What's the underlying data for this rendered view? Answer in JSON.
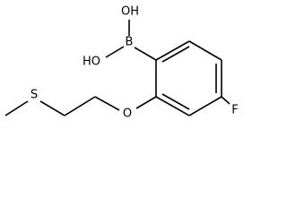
{
  "molecule": {
    "atoms": {
      "oh_top": "OH",
      "oh_left": "HO",
      "boron": "B",
      "fluorine": "F",
      "ether_oxygen": "O",
      "sulfur": "S"
    },
    "colors": {
      "bond": "#000000",
      "label": "#000000",
      "background": "#ffffff"
    }
  }
}
